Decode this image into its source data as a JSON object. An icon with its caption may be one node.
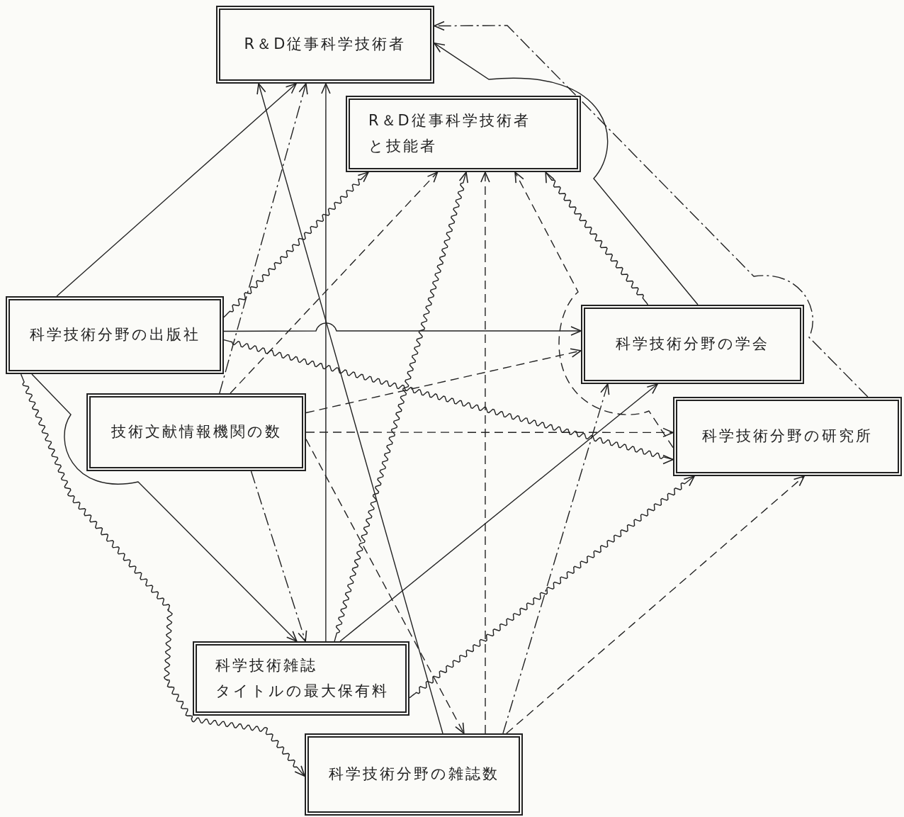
{
  "diagram": {
    "nodes": [
      {
        "text": [
          "R＆D従事科学技術者"
        ]
      },
      {
        "text": [
          "R＆D従事科学技術者と技能者"
        ]
      },
      {
        "text": [
          "科学技術分野の出版社"
        ]
      },
      {
        "text": [
          "科学技術分野の学会"
        ]
      },
      {
        "text": [
          "技術文献情報機関の数"
        ]
      },
      {
        "text": [
          "科学技術分野の研究所"
        ]
      },
      {
        "text": [
          "科学技術雑誌タイトルの最大保有料"
        ]
      },
      {
        "text": [
          "科学技術分野の雑誌数"
        ]
      }
    ],
    "edges": [
      {
        "from": 2,
        "to": 0,
        "arrow": "to"
      },
      {
        "from": 7,
        "to": 0,
        "arrow": "to"
      },
      {
        "from": 4,
        "to": 0,
        "arrow": "to",
        "style": "dashed"
      },
      {
        "from": 6,
        "to": 0,
        "arrow": "to"
      },
      {
        "from": 5,
        "to": 0,
        "arrow": "to",
        "style": "dashed"
      },
      {
        "from": 3,
        "to": 0,
        "arrow": "to"
      },
      {
        "from": 2,
        "to": 1,
        "arrow": "to"
      },
      {
        "from": 4,
        "to": 1,
        "arrow": "to",
        "style": "dashed"
      },
      {
        "from": 6,
        "to": 1,
        "arrow": "to"
      },
      {
        "from": 7,
        "to": 1,
        "arrow": "to",
        "style": "dashed"
      },
      {
        "from": 5,
        "to": 1,
        "arrow": "to",
        "style": "dashed"
      },
      {
        "from": 3,
        "to": 1,
        "arrow": "to"
      },
      {
        "from": 2,
        "to": 3,
        "arrow": "to"
      },
      {
        "from": 2,
        "to": 5,
        "arrow": "to"
      },
      {
        "from": 2,
        "to": 7,
        "arrow": "to"
      },
      {
        "from": 2,
        "to": 6,
        "arrow": "to"
      },
      {
        "from": 4,
        "to": 3,
        "arrow": "to",
        "style": "dashed"
      },
      {
        "from": 4,
        "to": 5,
        "arrow": "to",
        "style": "dashed"
      },
      {
        "from": 4,
        "to": 6,
        "arrow": "to",
        "style": "dashed"
      },
      {
        "from": 4,
        "to": 7,
        "arrow": "to",
        "style": "dashed"
      },
      {
        "from": 6,
        "to": 3,
        "arrow": "to"
      },
      {
        "from": 6,
        "to": 5,
        "arrow": "to"
      },
      {
        "from": 7,
        "to": 3,
        "arrow": "to",
        "style": "dashed"
      },
      {
        "from": 7,
        "to": 5,
        "arrow": "to",
        "style": "dashed"
      }
    ]
  }
}
